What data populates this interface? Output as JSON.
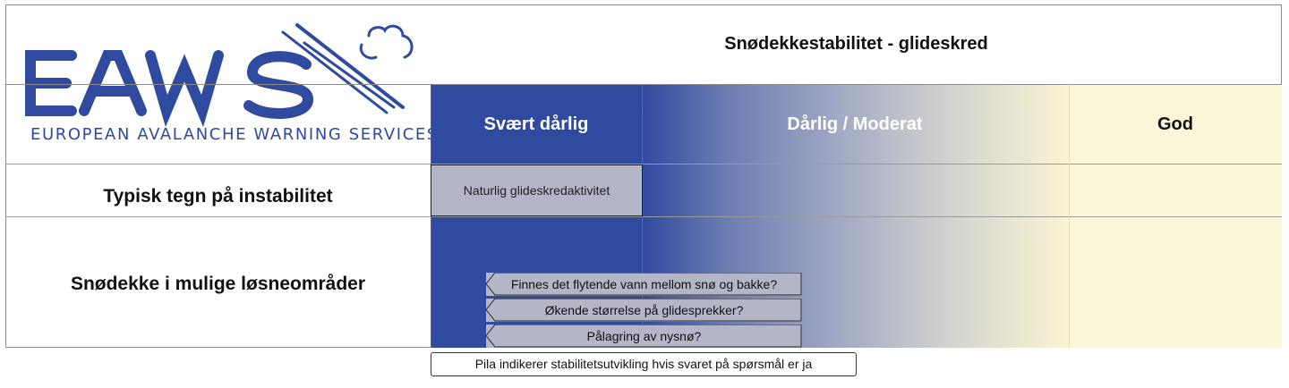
{
  "logo": {
    "letters": "EAWS",
    "tagline": "EUROPEAN AVALANCHE WARNING SERVICES"
  },
  "title": "Snødekkestabilitet - glideskred",
  "columns": [
    "Svært dårlig",
    "Dårlig / Moderat",
    "God"
  ],
  "rows": {
    "signs": {
      "label": "Typisk tegn på instabilitet",
      "box": "Naturlig glideskredaktivitet"
    },
    "snowpack": {
      "label": "Snødekke i mulige løsneområder",
      "questions": [
        "Finnes det flytende vann mellom snø og bakke?",
        "Økende størrelse på glidesprekker?",
        "Pålagring av nysnø?"
      ]
    }
  },
  "note": "Pila indikerer stabilitetsutvikling hvis svaret på spørsmål er ja",
  "colors": {
    "poor": "#2f4a9e",
    "good": "#fcf7d8",
    "box": "#b5b5c8"
  }
}
